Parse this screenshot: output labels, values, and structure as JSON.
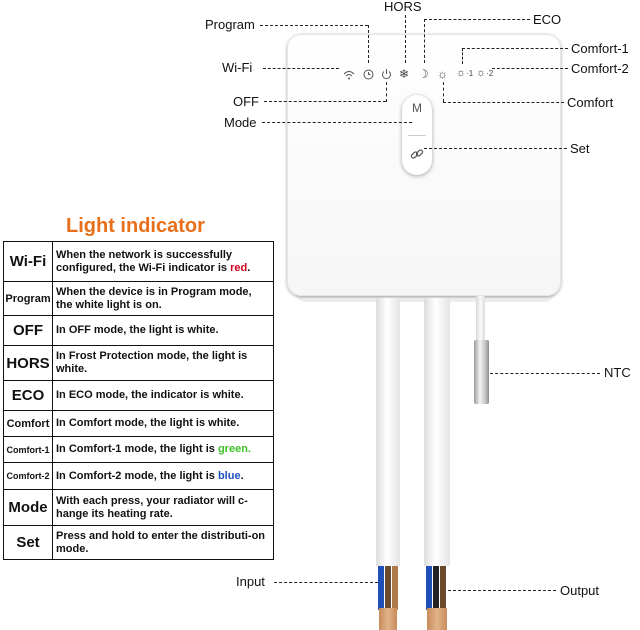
{
  "callouts": {
    "program": "Program",
    "hors": "HORS",
    "eco": "ECO",
    "wifi": "Wi-Fi",
    "comfort1": "Comfort-1",
    "comfort2": "Comfort-2",
    "off": "OFF",
    "comfort": "Comfort",
    "mode": "Mode",
    "set": "Set",
    "ntc": "NTC",
    "input": "Input",
    "output": "Output"
  },
  "device": {
    "button_m": "M",
    "indicator_1_suffix": "·1",
    "indicator_2_suffix": "·2"
  },
  "light_indicator": {
    "title": "Light indicator",
    "rows": [
      {
        "mode": "Wi-Fi",
        "pre": "When the network is successfully configured, the Wi-Fi indicator is ",
        "hl": "red",
        "post": ".",
        "color": "#d0021b"
      },
      {
        "mode": "Program",
        "pre": "When the device is in Program mode, the white light is on.",
        "hl": "",
        "post": "",
        "color": ""
      },
      {
        "mode": "OFF",
        "pre": "In OFF mode, the light is white.",
        "hl": "",
        "post": "",
        "color": ""
      },
      {
        "mode": "HORS",
        "pre": "In Frost Protection mode, the light is white.",
        "hl": "",
        "post": "",
        "color": ""
      },
      {
        "mode": "ECO",
        "pre": "In ECO mode, the indicator is white.",
        "hl": "",
        "post": "",
        "color": ""
      },
      {
        "mode": "Comfort",
        "pre": "In Comfort mode, the light is white.",
        "hl": "",
        "post": "",
        "color": ""
      },
      {
        "mode": "Comfort-1",
        "pre": "In Comfort-1 mode, the light is ",
        "hl": "green.",
        "post": "",
        "color": "#3fbf2a"
      },
      {
        "mode": "Comfort-2",
        "pre": "In Comfort-2 mode, the light is ",
        "hl": "blue",
        "post": ".",
        "color": "#1a4fc0"
      },
      {
        "mode": "Mode",
        "pre": "With each press, your radiator will c-hange its heating rate.",
        "hl": "",
        "post": "",
        "color": ""
      },
      {
        "mode": "Set",
        "pre": "Press and hold to enter the distributi-on mode.",
        "hl": "",
        "post": "",
        "color": ""
      }
    ]
  },
  "colors": {
    "title": "#e8701a",
    "wifi_red": "#d0021b",
    "comfort1_green": "#3fbf2a",
    "comfort2_blue": "#1a4fc0"
  },
  "icons": [
    "wifi-icon",
    "clock-icon",
    "power-icon",
    "snowflake-icon",
    "moon-icon",
    "sun-icon",
    "link-icon"
  ]
}
